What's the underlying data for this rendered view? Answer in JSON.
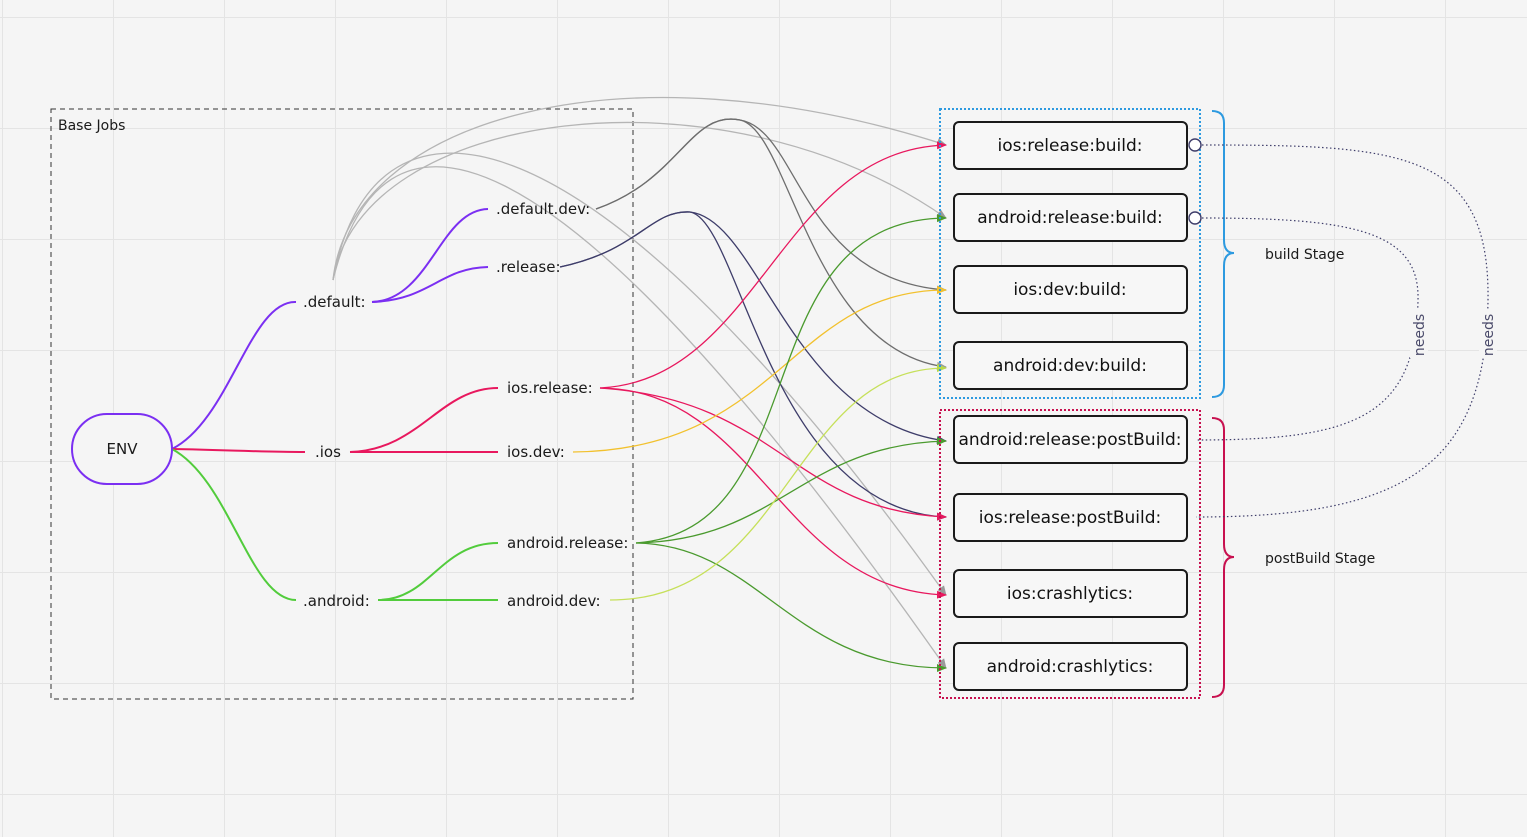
{
  "group_label": "Base Jobs",
  "nodes": {
    "env": "ENV",
    "default": ".default:",
    "ios": ".ios",
    "android": ".android:",
    "default_dev": ".default.dev:",
    "release": ".release:",
    "ios_release": "ios.release:",
    "ios_dev": "ios.dev:",
    "android_release": "android.release:",
    "android_dev": "android.dev:"
  },
  "jobs": [
    "ios:release:build:",
    "android:release:build:",
    "ios:dev:build:",
    "android:dev:build:",
    "android:release:postBuild:",
    "ios:release:postBuild:",
    "ios:crashlytics:",
    "android:crashlytics:"
  ],
  "stages": {
    "build": "build Stage",
    "post": "postBuild Stage"
  },
  "needs_label": "needs",
  "colors": {
    "purple": "#7b2ff2",
    "pink": "#e8185e",
    "green": "#52cc3c",
    "dark_green": "#4a9a2e",
    "light_green": "#c6e05a",
    "yellow": "#f2c12e",
    "gray": "#b5b5b5",
    "dark_gray": "#6e6e6e",
    "navy": "#3e3d6a",
    "blue": "#2d9ae0",
    "crimson": "#c8104f"
  }
}
